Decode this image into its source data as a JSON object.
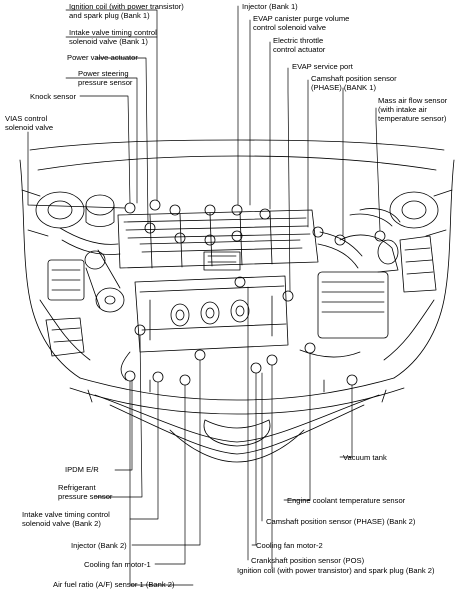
{
  "labels": {
    "ignition_coil_bank1": [
      "Ignition coil (with power transistor)",
      "and spark plug (Bank 1)"
    ],
    "intake_valve_timing_bank1": [
      "Intake valve timing control",
      "solenoid valve (Bank 1)"
    ],
    "power_valve_actuator": [
      "Power valve actuator"
    ],
    "power_steering_pressure_sensor": [
      "Power steering",
      "pressure sensor"
    ],
    "knock_sensor": [
      "Knock sensor"
    ],
    "vias_control_solenoid_valve": [
      "VIAS control",
      "solenoid valve"
    ],
    "injector_bank1": [
      "Injector (Bank 1)"
    ],
    "evap_canister_purge": [
      "EVAP canister purge volume",
      "control solenoid valve"
    ],
    "electric_throttle_control_actuator": [
      "Electric throttle",
      "control actuator"
    ],
    "evap_service_port": [
      "EVAP service port"
    ],
    "camshaft_position_sensor_bank1": [
      "Camshaft position sensor",
      "(PHASE) (BANK 1)"
    ],
    "mass_air_flow_sensor": [
      "Mass air flow sensor",
      "(with intake air",
      "temperature sensor)"
    ],
    "ipdm_er": [
      "IPDM E/R"
    ],
    "refrigerant_pressure_sensor": [
      "Refrigerant",
      "pressure sensor"
    ],
    "intake_valve_timing_bank2": [
      "Intake valve timing control",
      "solenoid valve (Bank 2)"
    ],
    "injector_bank2": [
      "Injector (Bank 2)"
    ],
    "cooling_fan_motor_1": [
      "Cooling fan motor-1"
    ],
    "air_fuel_ratio_sensor_bank2": [
      "Air fuel ratio (A/F) sensor 1 (Bank 2)"
    ],
    "vacuum_tank": [
      "Vacuum tank"
    ],
    "engine_coolant_temperature_sensor": [
      "Engine coolant temperature sensor"
    ],
    "camshaft_position_sensor_bank2": [
      "Camshaft position sensor (PHASE) (Bank 2)"
    ],
    "cooling_fan_motor_2": [
      "Cooling fan motor-2"
    ],
    "crankshaft_position_sensor": [
      "Crankshaft position sensor (POS)"
    ],
    "ignition_coil_bank2": [
      "Ignition coil (with power transistor) and spark plug (Bank 2)"
    ]
  }
}
